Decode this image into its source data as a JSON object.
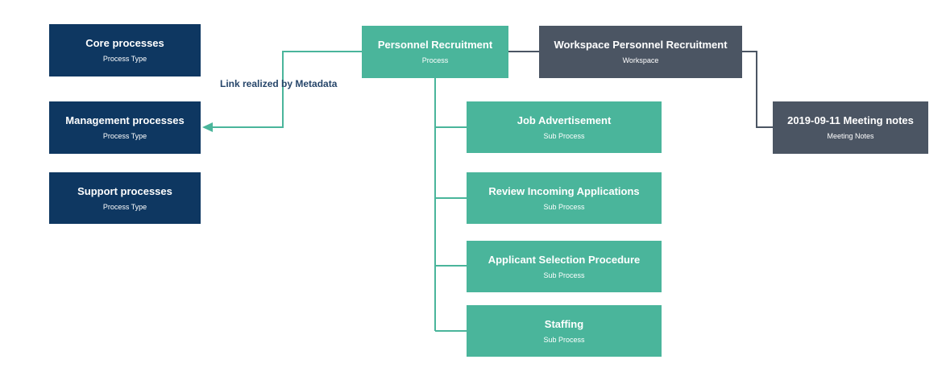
{
  "colors": {
    "process_type": "#0e3761",
    "process": "#4ab59b",
    "workspace": "#4b5563",
    "connector_teal": "#4ab59b",
    "connector_slate": "#4b5563",
    "label_text": "#27466a"
  },
  "process_types": [
    {
      "title": "Core processes",
      "subtitle": "Process Type"
    },
    {
      "title": "Management processes",
      "subtitle": "Process Type"
    },
    {
      "title": "Support processes",
      "subtitle": "Process Type"
    }
  ],
  "process": {
    "title": "Personnel Recruitment",
    "subtitle": "Process"
  },
  "workspace": {
    "title": "Workspace Personnel Recruitment",
    "subtitle": "Workspace"
  },
  "meeting_notes": {
    "title": "2019-09-11 Meeting notes",
    "subtitle": "Meeting Notes"
  },
  "sub_processes": [
    {
      "title": "Job Advertisement",
      "subtitle": "Sub Process"
    },
    {
      "title": "Review Incoming Applications",
      "subtitle": "Sub Process"
    },
    {
      "title": "Applicant Selection Procedure",
      "subtitle": "Sub Process"
    },
    {
      "title": "Staffing",
      "subtitle": "Sub Process"
    }
  ],
  "link_label": "Link realized by Metadata"
}
